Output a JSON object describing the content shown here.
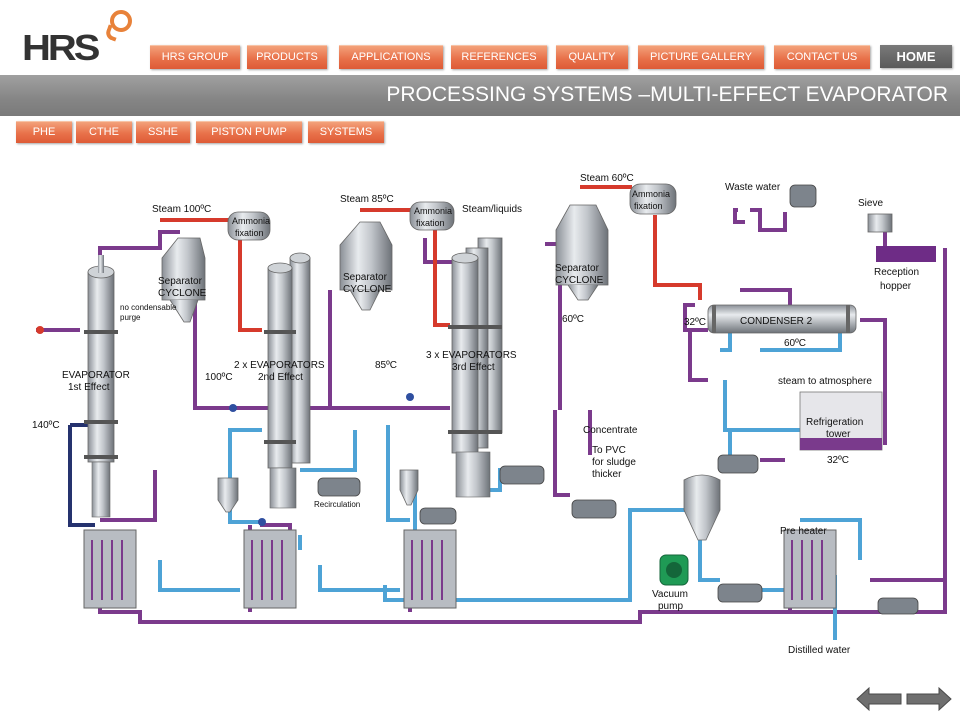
{
  "brand": {
    "logo_text": "HRS"
  },
  "top_nav": [
    {
      "label": "HRS GROUP"
    },
    {
      "label": "PRODUCTS"
    },
    {
      "label": "APPLICATIONS"
    },
    {
      "label": "REFERENCES"
    },
    {
      "label": "QUALITY"
    },
    {
      "label": "PICTURE GALLERY"
    },
    {
      "label": "CONTACT US"
    }
  ],
  "home_label": "HOME",
  "page_title": "PROCESSING SYSTEMS –MULTI-EFFECT EVAPORATOR",
  "sub_nav": [
    {
      "label": "PHE"
    },
    {
      "label": "CTHE"
    },
    {
      "label": "SSHE"
    },
    {
      "label": "PISTON PUMP"
    },
    {
      "label": "SYSTEMS"
    }
  ],
  "diagram": {
    "labels": {
      "steam_100": "Steam 100ºC",
      "ammonia_1a": "Ammonia",
      "ammonia_1b": "fixation",
      "separator_1a": "Separator",
      "separator_1b": "CYCLONE",
      "no_cond_a": "no condensable",
      "no_cond_b": "purge",
      "evaporator_1a": "EVAPORATOR",
      "evaporator_1b": "1st Effect",
      "temp_140": "140ºC",
      "temp_100": "100ºC",
      "steam_85": "Steam 85ºC",
      "ammonia_2a": "Ammonia",
      "ammonia_2b": "fixation",
      "separator_2a": "Separator",
      "separator_2b": "CYCLONE",
      "evap2_a": "2 x EVAPORATORS",
      "evap2_b": "2nd Effect",
      "temp_85": "85ºC",
      "recirculation": "Recirculation",
      "steam_liquids": "Steam/liquids",
      "evap3_a": "3 x EVAPORATORS",
      "evap3_b": "3rd Effect",
      "steam_60": "Steam 60ºC",
      "ammonia_3a": "Ammonia",
      "ammonia_3b": "fixation",
      "separator_3a": "Separator",
      "separator_3b": "CYCLONE",
      "temp_60": "60ºC",
      "concentrate": "Concentrate",
      "to_pvc_a": "To PVC",
      "to_pvc_b": "for sludge",
      "to_pvc_c": "thicker",
      "waste_water": "Waste water",
      "sieve": "Sieve",
      "reception_a": "Reception",
      "reception_b": "hopper",
      "temp_32a": "32ºC",
      "condenser": "CONDENSER 2",
      "temp_60b": "60ºC",
      "steam_atm": "steam to atmosphere",
      "refrig_a": "Refrigeration",
      "refrig_b": "tower",
      "temp_32b": "32ºC",
      "vacuum_a": "Vacuum",
      "vacuum_b": "pump",
      "preheater": "Pre heater",
      "distilled": "Distilled water"
    }
  }
}
